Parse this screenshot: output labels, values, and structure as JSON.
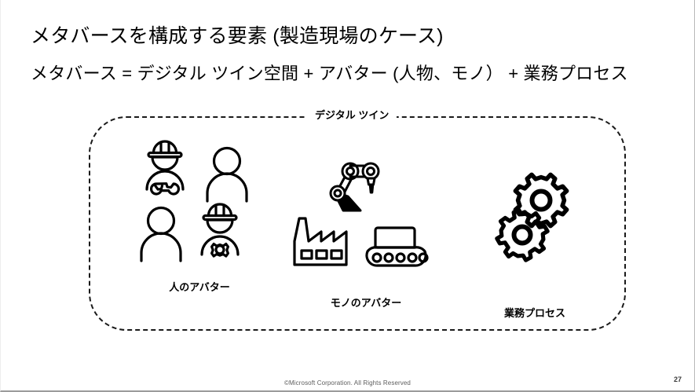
{
  "slide": {
    "title": "メタバースを構成する要素 (製造現場のケース)",
    "subtitle": "メタバース = デジタル ツイン空間 + アバター (人物、モノ） + 業務プロセス",
    "page_number": "27",
    "footer": "©Microsoft Corporation. All Rights Reserved",
    "background_color": "#ffffff",
    "ink_color": "#000000"
  },
  "twin_container": {
    "label": "デジタル ツイン",
    "border_style": "dashed",
    "border_color": "#1a1a1a"
  },
  "groups": [
    {
      "id": "people",
      "caption": "人のアバター",
      "icons": [
        "worker-with-helmet-and-wrench-icon",
        "person-icon",
        "person-icon",
        "worker-with-helmet-and-gear-icon"
      ]
    },
    {
      "id": "things",
      "caption": "モノのアバター",
      "icons": [
        "robot-arm-icon",
        "factory-icon",
        "tracked-vehicle-icon"
      ]
    },
    {
      "id": "process",
      "caption": "業務プロセス",
      "icons": [
        "gears-icon"
      ]
    }
  ]
}
